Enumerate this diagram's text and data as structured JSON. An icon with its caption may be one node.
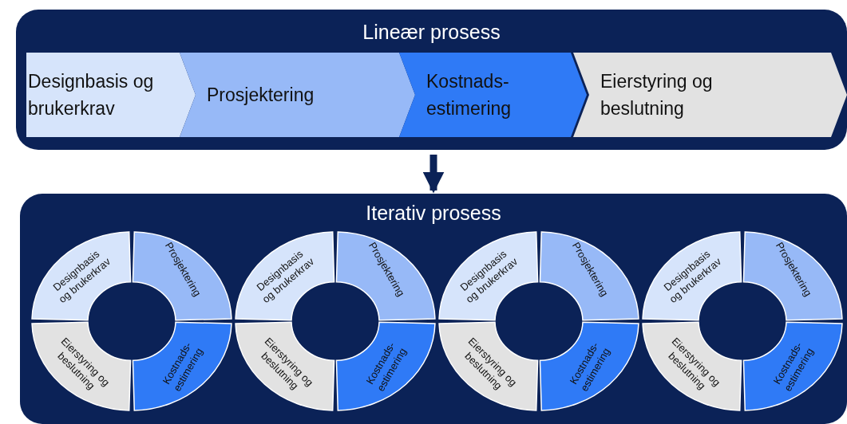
{
  "diagram": {
    "nodes": [
      {
        "text": [
          "Lineær prosess"
        ]
      },
      {
        "text": [
          "Designbasis og brukerkrav"
        ],
        "in": 0
      },
      {
        "text": [
          "Prosjektering"
        ],
        "in": 0
      },
      {
        "text": [
          "Kostnads- estimering"
        ],
        "in": 0
      },
      {
        "text": [
          "Eierstyring og beslutning"
        ],
        "in": 0
      },
      {
        "text": [
          "Iterativ prosess"
        ]
      },
      {
        "text": [
          "Designbasis og brukerkrav"
        ],
        "in": 5
      },
      {
        "text": [
          "Prosjektering"
        ],
        "in": 5
      },
      {
        "text": [
          "Kostnads- estimering"
        ],
        "in": 5
      },
      {
        "text": [
          "Eierstyring og beslutning"
        ],
        "in": 5
      },
      {
        "text": [
          "Designbasis og brukerkrav"
        ],
        "in": 5
      },
      {
        "text": [
          "Prosjektering"
        ],
        "in": 5
      },
      {
        "text": [
          "Kostnads- estimering"
        ],
        "in": 5
      },
      {
        "text": [
          "Eierstyring og beslutning"
        ],
        "in": 5
      },
      {
        "text": [
          "Designbasis og brukerkrav"
        ],
        "in": 5
      },
      {
        "text": [
          "Prosjektering"
        ],
        "in": 5
      },
      {
        "text": [
          "Kostnads- estimering"
        ],
        "in": 5
      },
      {
        "text": [
          "Eierstyring og beslutning"
        ],
        "in": 5
      },
      {
        "text": [
          "Designbasis og brukerkrav"
        ],
        "in": 5
      },
      {
        "text": [
          "Prosjektering"
        ],
        "in": 5
      },
      {
        "text": [
          "Kostnads- estimering"
        ],
        "in": 5
      },
      {
        "text": [
          "Eierstyring og beslutning"
        ],
        "in": 5
      }
    ],
    "edges": [
      {
        "from": 0,
        "to": 5,
        "arrow": "to"
      }
    ]
  }
}
